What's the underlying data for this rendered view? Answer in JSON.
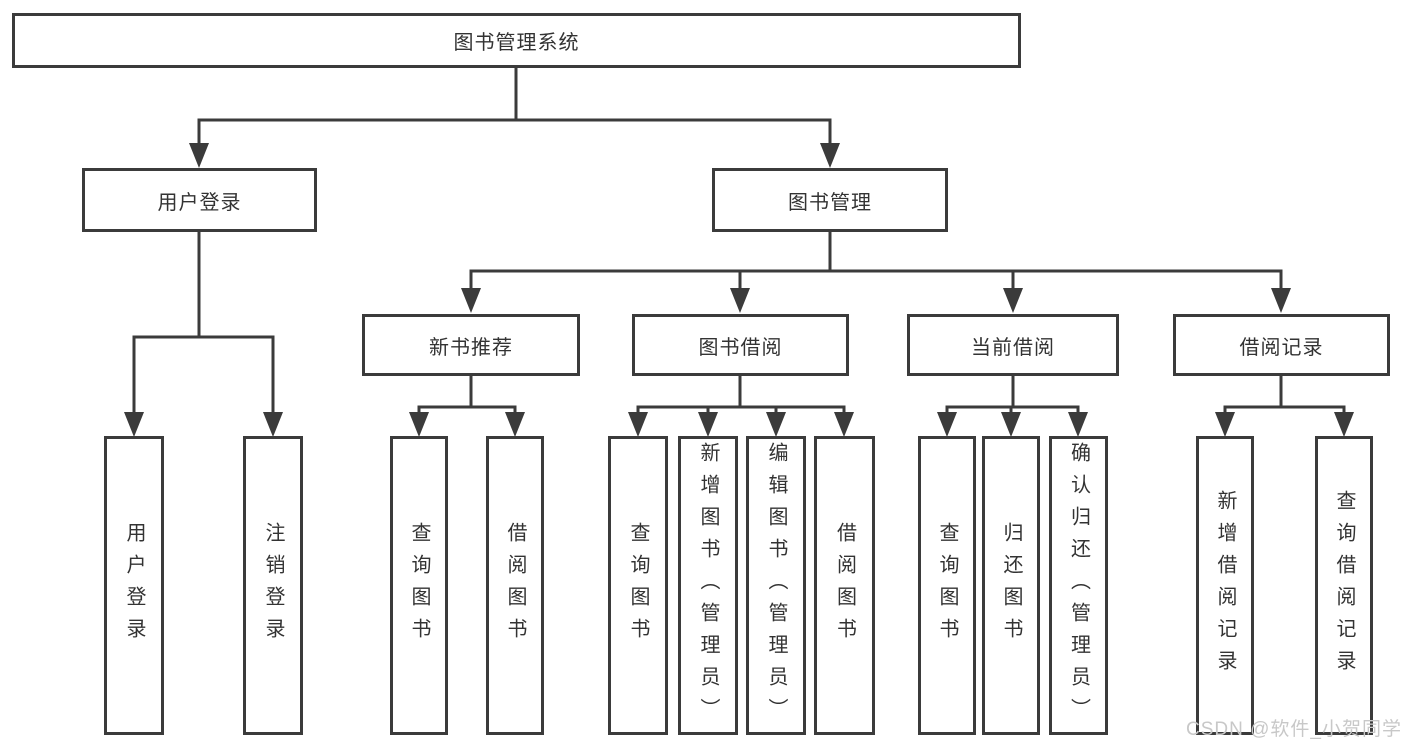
{
  "diagram": {
    "type": "hierarchy-tree",
    "root": {
      "label": "图书管理系统",
      "children": [
        {
          "label": "用户登录",
          "children": [
            {
              "label": "用户登录"
            },
            {
              "label": "注销登录"
            }
          ]
        },
        {
          "label": "图书管理",
          "children": [
            {
              "label": "新书推荐",
              "children": [
                {
                  "label": "查询图书"
                },
                {
                  "label": "借阅图书"
                }
              ]
            },
            {
              "label": "图书借阅",
              "children": [
                {
                  "label": "查询图书"
                },
                {
                  "label": "新增图书（管理员）"
                },
                {
                  "label": "编辑图书（管理员）"
                },
                {
                  "label": "借阅图书"
                }
              ]
            },
            {
              "label": "当前借阅",
              "children": [
                {
                  "label": "查询图书"
                },
                {
                  "label": "归还图书"
                },
                {
                  "label": "确认归还（管理员）"
                }
              ]
            },
            {
              "label": "借阅记录",
              "children": [
                {
                  "label": "新增借阅记录"
                },
                {
                  "label": "查询借阅记录"
                }
              ]
            }
          ]
        }
      ]
    }
  },
  "watermark": {
    "text": "CSDN @软件_小贺同学"
  },
  "colors": {
    "line": "#3b3b3b",
    "border": "#3b3b3b",
    "text": "#333333",
    "watermark": "#c8c8c8",
    "background": "#ffffff"
  }
}
